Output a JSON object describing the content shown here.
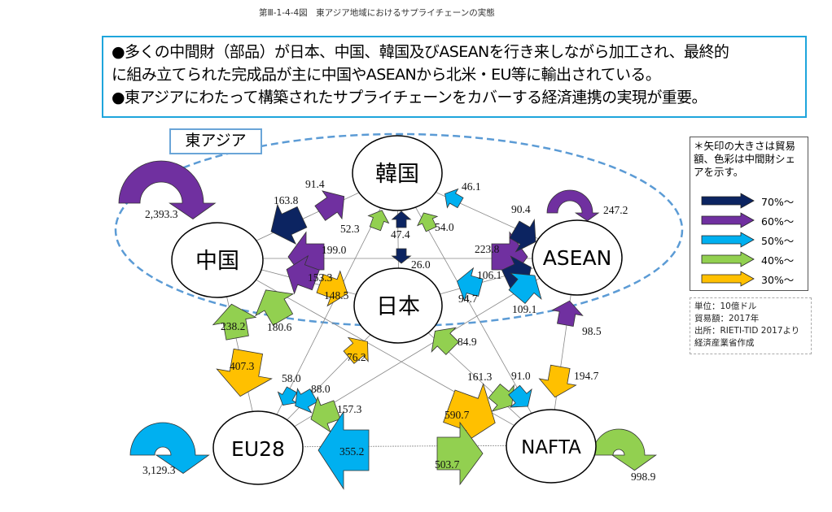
{
  "figure_title": "第Ⅲ-1-4-4図　東アジア地域におけるサプライチェーンの実態",
  "summary": [
    "●多くの中間財（部品）が日本、中国、韓国及びASEANを行き来しながら加工され、最終的",
    "に組み立てられた完成品が主に中国やASEANから北米・EU等に輸出されている。",
    "●東アジアにわたって構築されたサプライチェーンをカバーする経済連携の実現が重要。"
  ],
  "region_label": "東アジア",
  "nodes": {
    "korea": "韓国",
    "china": "中国",
    "japan": "日本",
    "asean": "ASEAN",
    "eu": "EU28",
    "nafta": "NAFTA"
  },
  "legend": {
    "note": "＊矢印の大きさは貿易額、色彩は中間財シェアを示す。",
    "items": [
      {
        "label": "70%～",
        "color": "#0c2461"
      },
      {
        "label": "60%～",
        "color": "#7030a0"
      },
      {
        "label": "50%～",
        "color": "#00b0f0"
      },
      {
        "label": "40%～",
        "color": "#92d050"
      },
      {
        "label": "30%～",
        "color": "#ffc000"
      }
    ]
  },
  "source": {
    "unit": "単位：10億ドル",
    "year": "貿易額：2017年",
    "source": "出所：RIETI-TID 2017より経済産業省作成"
  },
  "flows": [
    {
      "from": "中国",
      "to": "中国",
      "value": "2,393.3",
      "share_band": "60%～"
    },
    {
      "from": "ASEAN",
      "to": "ASEAN",
      "value": "247.2",
      "share_band": "60%～"
    },
    {
      "from": "EU28",
      "to": "EU28",
      "value": "3,129.3",
      "share_band": "50%～"
    },
    {
      "from": "NAFTA",
      "to": "NAFTA",
      "value": "998.9",
      "share_band": "40%～"
    },
    {
      "from": "中国",
      "to": "韓国",
      "value": "91.4",
      "share_band": "60%～"
    },
    {
      "from": "韓国",
      "to": "中国",
      "value": "163.8",
      "share_band": "70%～"
    },
    {
      "from": "ASEAN",
      "to": "中国",
      "value": "199.0",
      "share_band": "60%～"
    },
    {
      "from": "中国",
      "to": "ASEAN",
      "value": "223.8",
      "share_band": "60%～"
    },
    {
      "from": "日本",
      "to": "中国",
      "value": "153.3",
      "share_band": "60%～"
    },
    {
      "from": "中国",
      "to": "日本",
      "value": "148.5",
      "share_band": "30%～"
    },
    {
      "from": "EU28",
      "to": "韓国",
      "value": "52.3",
      "share_band": "40%～"
    },
    {
      "from": "日本",
      "to": "韓国",
      "value": "47.4",
      "share_band": "70%～"
    },
    {
      "from": "韓国",
      "to": "日本",
      "value": "26.0",
      "share_band": "70%～"
    },
    {
      "from": "NAFTA",
      "to": "韓国",
      "value": "54.0",
      "share_band": "40%～"
    },
    {
      "from": "ASEAN",
      "to": "韓国",
      "value": "46.1",
      "share_band": "50%～"
    },
    {
      "from": "韓国",
      "to": "ASEAN",
      "value": "90.4",
      "share_band": "70%～"
    },
    {
      "from": "ASEAN",
      "to": "日本",
      "value": "94.7",
      "share_band": "50%～"
    },
    {
      "from": "日本",
      "to": "ASEAN",
      "value": "106.1",
      "share_band": "70%～"
    },
    {
      "from": "EU28",
      "to": "ASEAN",
      "value": "109.1",
      "share_band": "50%～"
    },
    {
      "from": "NAFTA",
      "to": "ASEAN",
      "value": "98.5",
      "share_band": "60%～"
    },
    {
      "from": "ASEAN",
      "to": "NAFTA",
      "value": "194.7",
      "share_band": "30%～"
    },
    {
      "from": "EU28",
      "to": "中国",
      "value": "238.2",
      "share_band": "40%～"
    },
    {
      "from": "NAFTA",
      "to": "中国",
      "value": "180.6",
      "share_band": "40%～"
    },
    {
      "from": "中国",
      "to": "EU28",
      "value": "407.3",
      "share_band": "30%～"
    },
    {
      "from": "EU28",
      "to": "日本",
      "value": "76.2",
      "share_band": "30%～"
    },
    {
      "from": "NAFTA",
      "to": "日本",
      "value": "84.9",
      "share_band": "40%～"
    },
    {
      "from": "韓国",
      "to": "EU28",
      "value": "58.0",
      "share_band": "50%～"
    },
    {
      "from": "日本",
      "to": "EU28",
      "value": "88.0",
      "share_band": "50%～"
    },
    {
      "from": "ASEAN",
      "to": "EU28",
      "value": "157.3",
      "share_band": "40%～"
    },
    {
      "from": "NAFTA",
      "to": "EU28",
      "value": "355.2",
      "share_band": "50%～"
    },
    {
      "from": "中国",
      "to": "NAFTA",
      "value": "590.7",
      "share_band": "30%～"
    },
    {
      "from": "EU28",
      "to": "NAFTA",
      "value": "503.7",
      "share_band": "40%～"
    },
    {
      "from": "日本",
      "to": "NAFTA",
      "value": "161.3",
      "share_band": "40%～"
    },
    {
      "from": "韓国",
      "to": "NAFTA",
      "value": "91.0",
      "share_band": "50%～"
    }
  ]
}
